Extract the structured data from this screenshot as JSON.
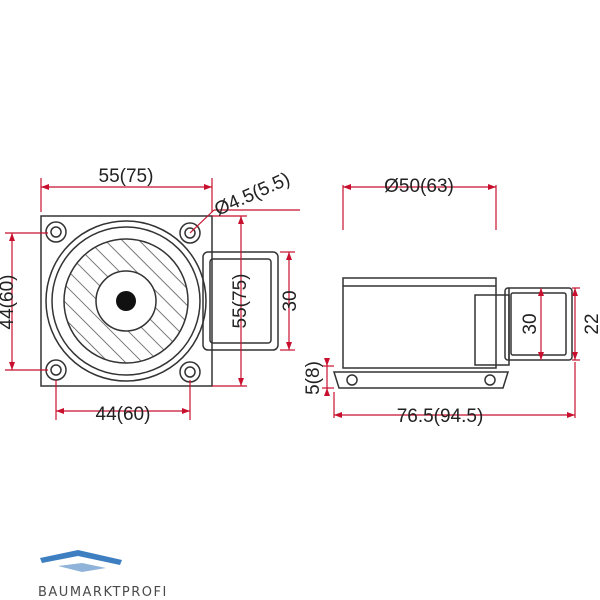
{
  "colors": {
    "outline": "#333333",
    "dimension": "#c8102e",
    "hatch": "#555555",
    "logo_blue": "#3d7fc1",
    "logo_text": "#4a4a4a"
  },
  "dimensions": {
    "top_width": "55(75)",
    "hole_diameter": "Ø4.5(5.5)",
    "side_height": "44(60)",
    "body_height": "55(75)",
    "mount_height_front": "30",
    "bottom_width": "44(60)",
    "diameter": "Ø50(63)",
    "mount_height_side": "30",
    "total_height": "22",
    "base_thickness": "5(8)",
    "total_length": "76.5(94.5)"
  },
  "logo": {
    "text": "BAUMARKTPROFI"
  }
}
